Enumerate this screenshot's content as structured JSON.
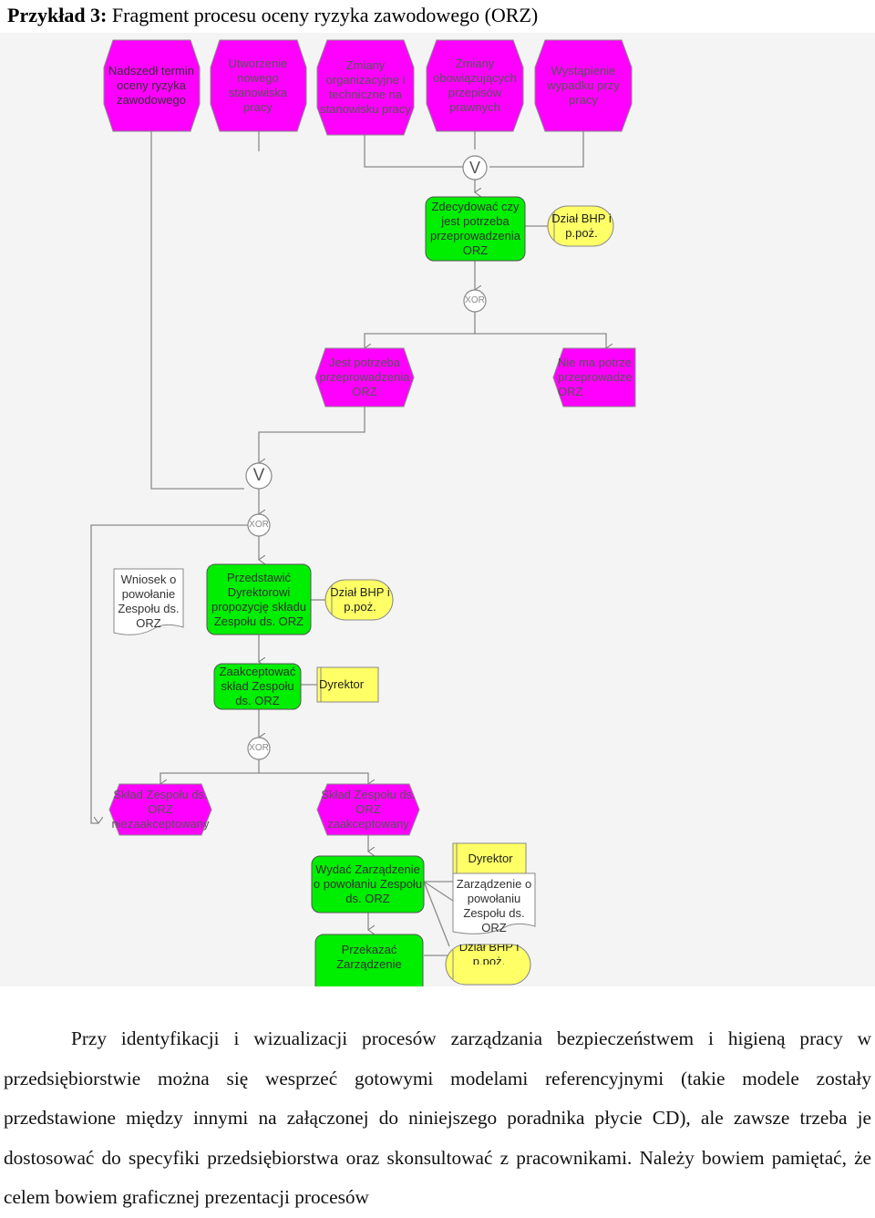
{
  "heading": {
    "prefix": "Przykład 3:",
    "title": " Fragment procesu oceny ryzyka zawodowego (ORZ)"
  },
  "colors": {
    "event": "#ff00ff",
    "function": "#00ee00",
    "org_unit": "#ffff66",
    "document": "#ffffff",
    "connector": "#ffffff",
    "line": "#888888"
  },
  "diagram": {
    "events": {
      "e1": "Nadszedł termin oceny ryzyka zawodowego",
      "e2": "Utworzenie nowego stanowiska pracy",
      "e3": "Zmiany organizacyjne i techniczne na stanowisku pracy",
      "e4": "Zmiany obowiązujących przepisów prawnych",
      "e5": "Wystąpienie wypadku przy pracy",
      "e6": "Jest potrzeba przeprowadzenia ORZ",
      "e7": "Nie ma potrze przeprowadze ORZ",
      "e8": "Skład Zespołu ds. ORZ niezaakceptowany",
      "e9": "Skład Zespołu ds. ORZ zaakceptowany"
    },
    "functions": {
      "f1": "Zdecydować czy jest potrzeba przeprowadzenia ORZ",
      "f2": "Przedstawić Dyrektorowi propozycję składu Zespołu ds. ORZ",
      "f3": "Zaakceptować skład Zespołu ds. ORZ",
      "f4": "Wydać Zarządzenie o powołaniu Zespołu ds. ORZ",
      "f5": "Przekazać Zarządzenie"
    },
    "org_units": {
      "o1": "Dział BHP i p.poż.",
      "o2": "Dział BHP i p.poż.",
      "o3": "Dyrektor",
      "o4": "Dyrektor",
      "o5": "Dział BHP i p.poż."
    },
    "documents": {
      "d1": "Wniosek o powołanie Zespołu ds. ORZ",
      "d2": "Zarządzenie o powołaniu Zespołu ds. ORZ"
    },
    "connectors": {
      "c1": "V",
      "c2": "XOR",
      "c3": "V",
      "c4": "XOR",
      "c5": "XOR"
    }
  },
  "paragraph": "Przy identyfikacji i wizualizacji procesów zarządzania bezpieczeństwem i higieną pracy w przedsiębiorstwie można się wesprzeć gotowymi modelami referencyjnymi (takie modele zostały przedstawione między innymi na załączonej do niniejszego poradnika płycie CD), ale zawsze trzeba je dostosować do specyfiki przedsiębiorstwa oraz skonsultować z pracownikami. Należy bowiem pamiętać, że celem bowiem graficznej prezentacji procesów"
}
